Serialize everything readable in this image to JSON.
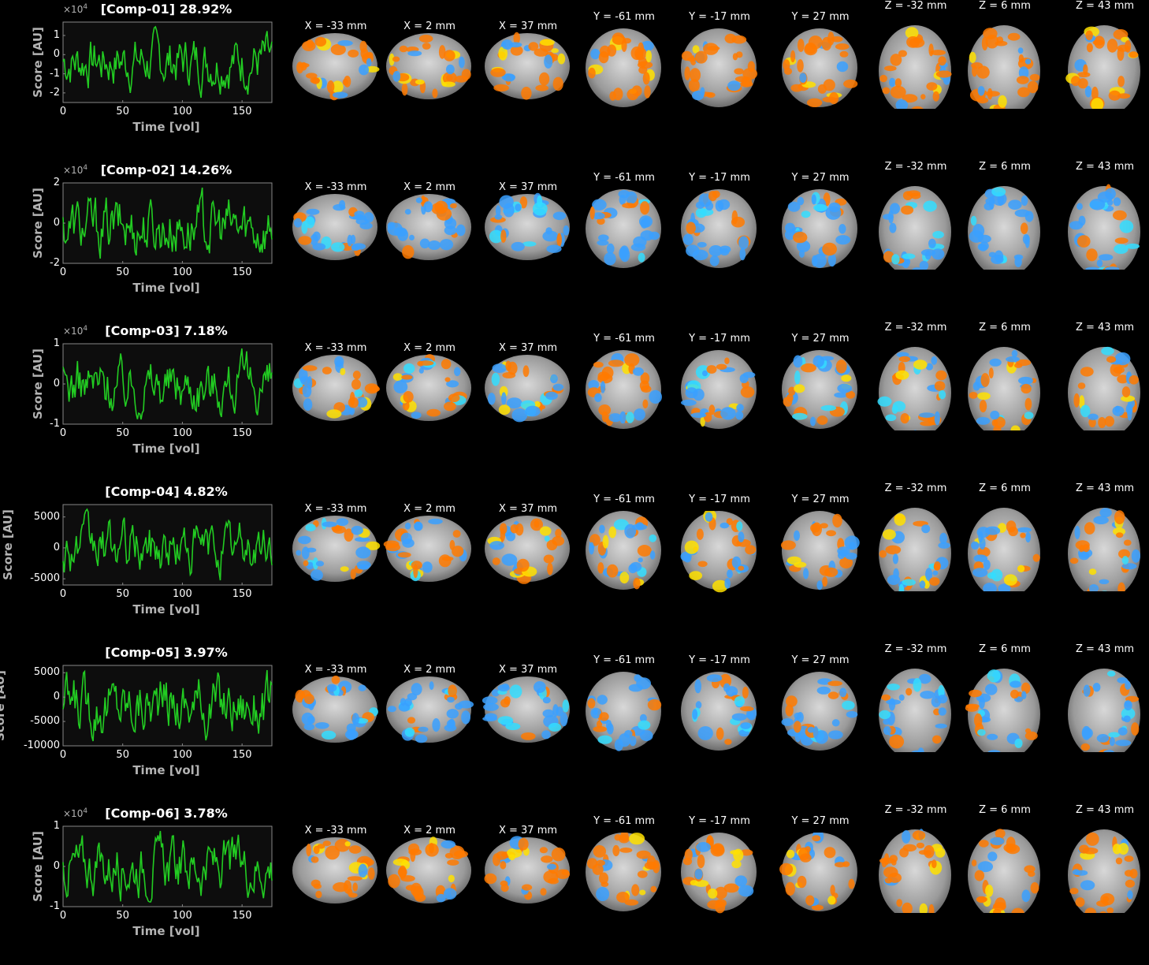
{
  "axis": {
    "xlabel": "Time [vol]",
    "ylabel": "Score [AU]",
    "x_ticks": [
      "0",
      "50",
      "100",
      "150"
    ]
  },
  "slices": [
    {
      "label": "X = -33 mm",
      "view": "sag"
    },
    {
      "label": "X = 2 mm",
      "view": "sag"
    },
    {
      "label": "X = 37 mm",
      "view": "sag"
    },
    {
      "label": "Y = -61 mm",
      "view": "cor"
    },
    {
      "label": "Y = -17 mm",
      "view": "cor"
    },
    {
      "label": "Y = 27 mm",
      "view": "cor"
    },
    {
      "label": "Z = -32 mm",
      "view": "ax"
    },
    {
      "label": "Z = 6 mm",
      "view": "ax"
    },
    {
      "label": "Z = 43 mm",
      "view": "ax"
    }
  ],
  "components": [
    {
      "title": "[Comp-01] 28.92%",
      "exp": "×10",
      "exp_pow": "4",
      "y_ticks": [
        "1",
        "0",
        "-1",
        "-2"
      ],
      "ylim": [
        -2.5,
        1.7
      ],
      "dominant": "warm"
    },
    {
      "title": "[Comp-02] 14.26%",
      "exp": "×10",
      "exp_pow": "4",
      "y_ticks": [
        "2",
        "0",
        "-2"
      ],
      "ylim": [
        -2,
        2
      ],
      "dominant": "cool"
    },
    {
      "title": "[Comp-03] 7.18%",
      "exp": "×10",
      "exp_pow": "4",
      "y_ticks": [
        "1",
        "0",
        "-1"
      ],
      "ylim": [
        -1,
        1
      ],
      "dominant": "mixed"
    },
    {
      "title": "[Comp-04] 4.82%",
      "exp": "",
      "exp_pow": "",
      "y_ticks": [
        "5000",
        "0",
        "-5000"
      ],
      "ylim": [
        -6000,
        7000
      ],
      "dominant": "mixed"
    },
    {
      "title": "[Comp-05] 3.97%",
      "exp": "",
      "exp_pow": "",
      "y_ticks": [
        "5000",
        "0",
        "-5000",
        "-10000"
      ],
      "ylim": [
        -10000,
        6500
      ],
      "dominant": "cool"
    },
    {
      "title": "[Comp-06] 3.78%",
      "exp": "×10",
      "exp_pow": "4",
      "y_ticks": [
        "1",
        "0",
        "-1"
      ],
      "ylim": [
        -1,
        1
      ],
      "dominant": "warm"
    }
  ],
  "colors": {
    "trace": "#22cc22",
    "plot_bg": "#0d0d0d",
    "axis": "#888888",
    "warm": "#ff7a00",
    "hot": "#ffe000",
    "cool": "#3aa0ff",
    "cyan": "#33ddff"
  }
}
